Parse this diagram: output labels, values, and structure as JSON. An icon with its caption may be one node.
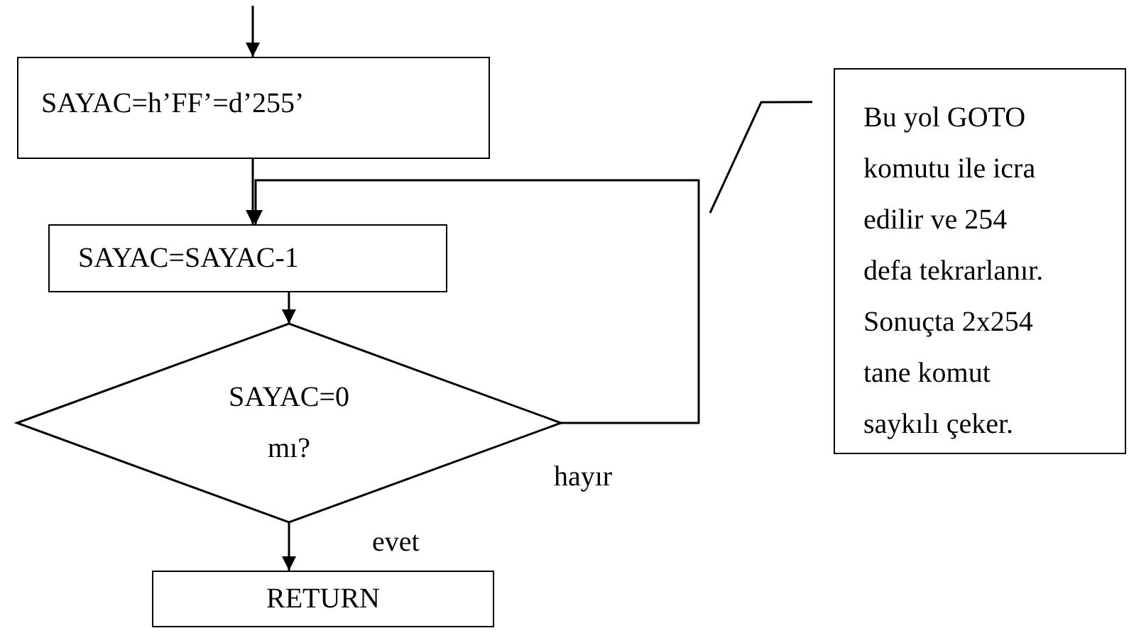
{
  "diagram": {
    "nodes": [
      {
        "text": [
          "SAYAC=h’FF’=d’255’"
        ]
      },
      {
        "text": [
          "SAYAC=SAYAC-1"
        ]
      },
      {
        "text": [
          "SAYAC=0 mı?"
        ]
      },
      {
        "text": [
          "RETURN"
        ]
      },
      {
        "text": [
          "Bu yol GOTO komutu ile icra edilir ve 254 defa tekrarlanır. Sonuçta 2x254 tane komut saykılı çeker."
        ]
      }
    ],
    "edges": [
      {
        "from": null,
        "to": 0,
        "arrow": "to"
      },
      {
        "from": 0,
        "to": 1,
        "arrow": "to"
      },
      {
        "from": 1,
        "to": 2,
        "arrow": "to"
      },
      {
        "from": 2,
        "to": 1,
        "arrow": "to",
        "label": "hayır"
      },
      {
        "from": 2,
        "to": 3,
        "arrow": "to",
        "label": "evet"
      },
      {
        "from": 4,
        "to": null,
        "arrow": "none"
      }
    ]
  }
}
